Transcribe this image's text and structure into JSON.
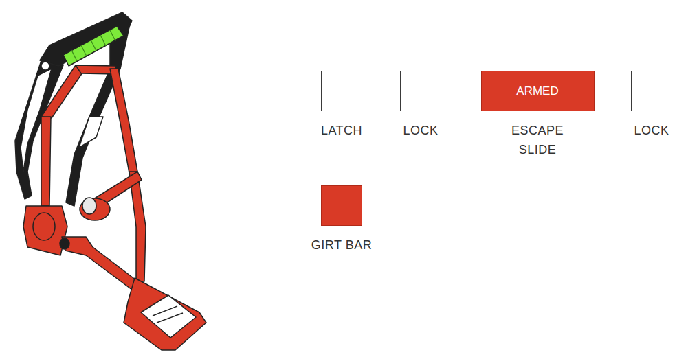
{
  "diagram": {
    "nodes": [
      {
        "text": [
          "LATCH"
        ]
      },
      {
        "text": [
          "LOCK"
        ]
      },
      {
        "text": [
          "ARMED",
          "ESCAPE SLIDE"
        ]
      },
      {
        "text": [
          "LOCK"
        ]
      },
      {
        "text": [
          "GIRT BAR"
        ]
      }
    ]
  }
}
